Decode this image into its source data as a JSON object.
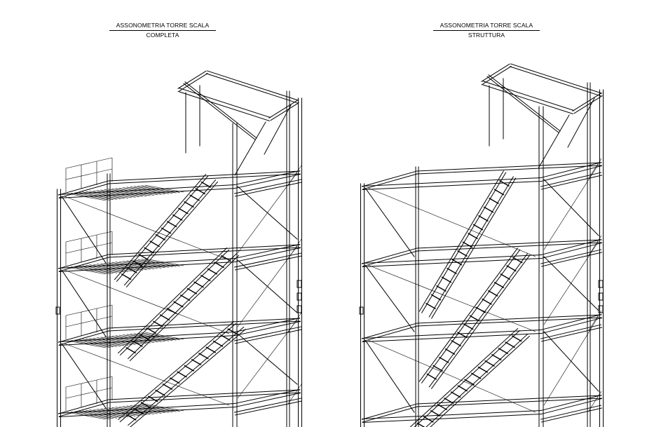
{
  "views": [
    {
      "title": "ASSONOMETRIA TORRE SCALA",
      "subtitle": "COMPLETA"
    },
    {
      "title": "ASSONOMETRIA TORRE SCALA",
      "subtitle": "STRUTTURA"
    }
  ]
}
